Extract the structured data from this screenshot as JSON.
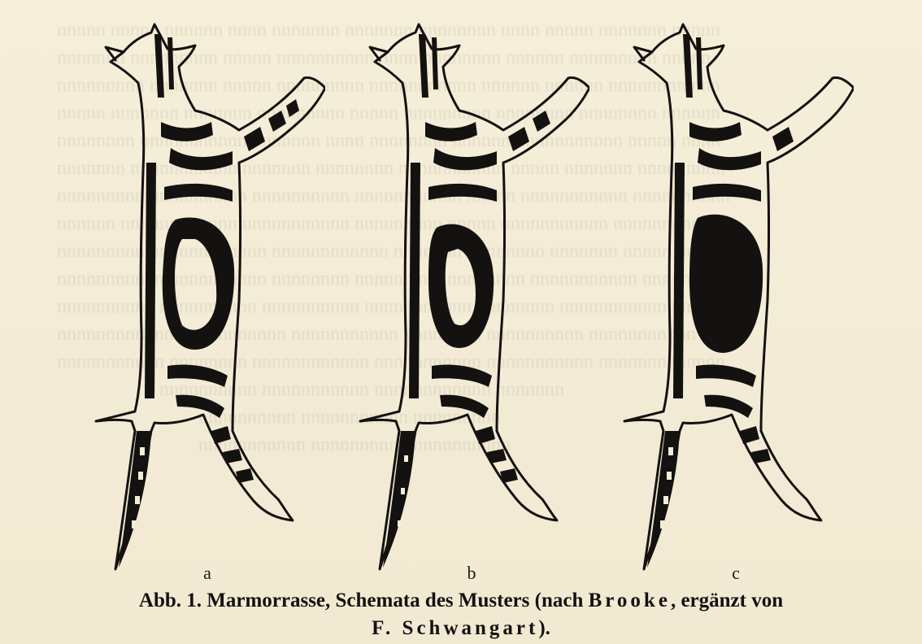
{
  "figure": {
    "panels": [
      {
        "label": "a"
      },
      {
        "label": "b"
      },
      {
        "label": "c"
      }
    ]
  },
  "caption": {
    "prefix": "Abb. 1. Marmorrasse, Schemata des Musters (nach ",
    "author1": "Brooke",
    "middle": ", ergänzt von",
    "author2": "F. Schwangart",
    "suffix": ")."
  },
  "colors": {
    "paper": "#f3ecd6",
    "ink": "#141210"
  }
}
